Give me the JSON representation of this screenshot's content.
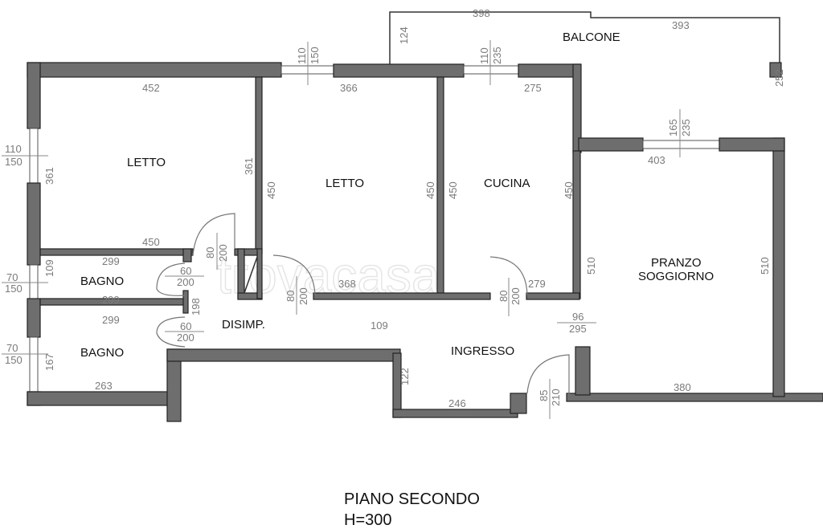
{
  "watermark": "trovacasa",
  "title": {
    "line1": "PIANO SECONDO",
    "line2": "H=300"
  },
  "rooms": {
    "letto1": "LETTO",
    "letto2": "LETTO",
    "cucina": "CUCINA",
    "balcone": "BALCONE",
    "pranzo1": "PRANZO",
    "pranzo2": "SOGGIORNO",
    "bagno1": "BAGNO",
    "bagno2": "BAGNO",
    "disimp": "DISIMP.",
    "ingresso": "INGRESSO"
  },
  "dims": {
    "letto1_top": "452",
    "letto1_left": "361",
    "letto1_right": "361",
    "letto1_bottom": "450",
    "win_letto1_w": "110",
    "win_letto1_h": "150",
    "win_letto2_w": "110",
    "win_letto2_h": "150",
    "letto2_top": "366",
    "letto2_left": "450",
    "letto2_right": "450",
    "letto2_bottom": "368",
    "cucina_top": "275",
    "cucina_left": "450",
    "cucina_right": "450",
    "cucina_bottom": "279",
    "win_cucina_w": "110",
    "win_cucina_h": "235",
    "balcone_top1": "398",
    "balcone_top2": "393",
    "balcone_left": "124",
    "balcone_right": "252",
    "win_soggiorno_w": "165",
    "win_soggiorno_h": "235",
    "soggiorno_top": "403",
    "soggiorno_left": "510",
    "soggiorno_right": "510",
    "soggiorno_bottom": "380",
    "bagno1_top": "299",
    "bagno1_left": "109",
    "bagno1_bottom": "299",
    "win_bagno1_w": "70",
    "win_bagno1_h": "150",
    "door_bagno1_w": "60",
    "door_bagno1_h": "200",
    "bagno2_top": "299",
    "bagno2_left": "167",
    "bagno2_bottom": "263",
    "win_bagno2_w": "70",
    "win_bagno2_h": "150",
    "door_bagno2_w": "60",
    "door_bagno2_h": "200",
    "disimp_w": "198",
    "door_letto1_w": "80",
    "door_letto1_h": "200",
    "door_letto2_w": "80",
    "door_letto2_h": "200",
    "door_cucina_w": "80",
    "door_cucina_h": "200",
    "corridor": "109",
    "opening_w": "96",
    "opening_h": "295",
    "ingresso_left": "122",
    "ingresso_bottom": "246",
    "door_entry_w": "85",
    "door_entry_h": "210"
  }
}
